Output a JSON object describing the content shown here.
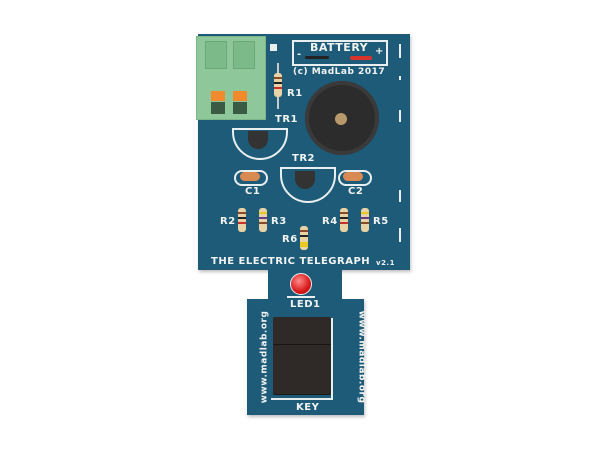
{
  "photo": {
    "subject": "Electric telegraph PCB kit",
    "background_color": "#ffffff",
    "board_color": "#1d5b78"
  },
  "board": {
    "battery_label": "BATTERY",
    "battery_minus": "-",
    "battery_plus": "+",
    "copyright": "(c) MadLab 2017",
    "title": "THE ELECTRIC TELEGRAPH",
    "version": "v2.1",
    "components": {
      "r1": "R1",
      "tr1": "TR1",
      "tr2": "TR2",
      "c1": "C1",
      "c2": "C2",
      "r2": "R2",
      "r3": "R3",
      "r4": "R4",
      "r5": "R5",
      "r6": "R6",
      "led1": "LED1",
      "key": "KEY"
    },
    "url_left": "www.madlab.org",
    "url_right": "www.madlab.org"
  }
}
